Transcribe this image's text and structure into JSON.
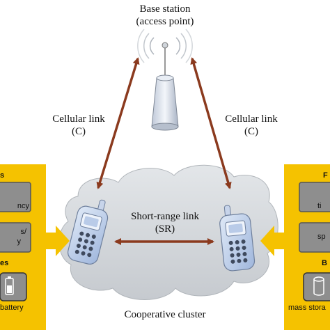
{
  "colors": {
    "panel": "#f5c200",
    "arrow": "#8b3a1e",
    "cloud": "#d2d6da",
    "phone": "#b9cbe8",
    "cell": "#8a8f94"
  },
  "base_station": {
    "line1": "Base station",
    "line2": "(access point)"
  },
  "left_link": {
    "line1": "Cellular link",
    "line2": "(C)"
  },
  "right_link": {
    "line1": "Cellular link",
    "line2": "(C)"
  },
  "short_range": {
    "line1": "Short-range link",
    "line2": "(SR)"
  },
  "cluster_label": "Cooperative cluster",
  "left_panel": {
    "heading1": "s",
    "box1": "ncy",
    "box2a": "s/",
    "box2b": "y",
    "heading2": "es",
    "caption": "battery"
  },
  "right_panel": {
    "heading1": "F",
    "box1": "ti",
    "box2": "sp",
    "heading2": "B",
    "caption": "mass stora"
  }
}
